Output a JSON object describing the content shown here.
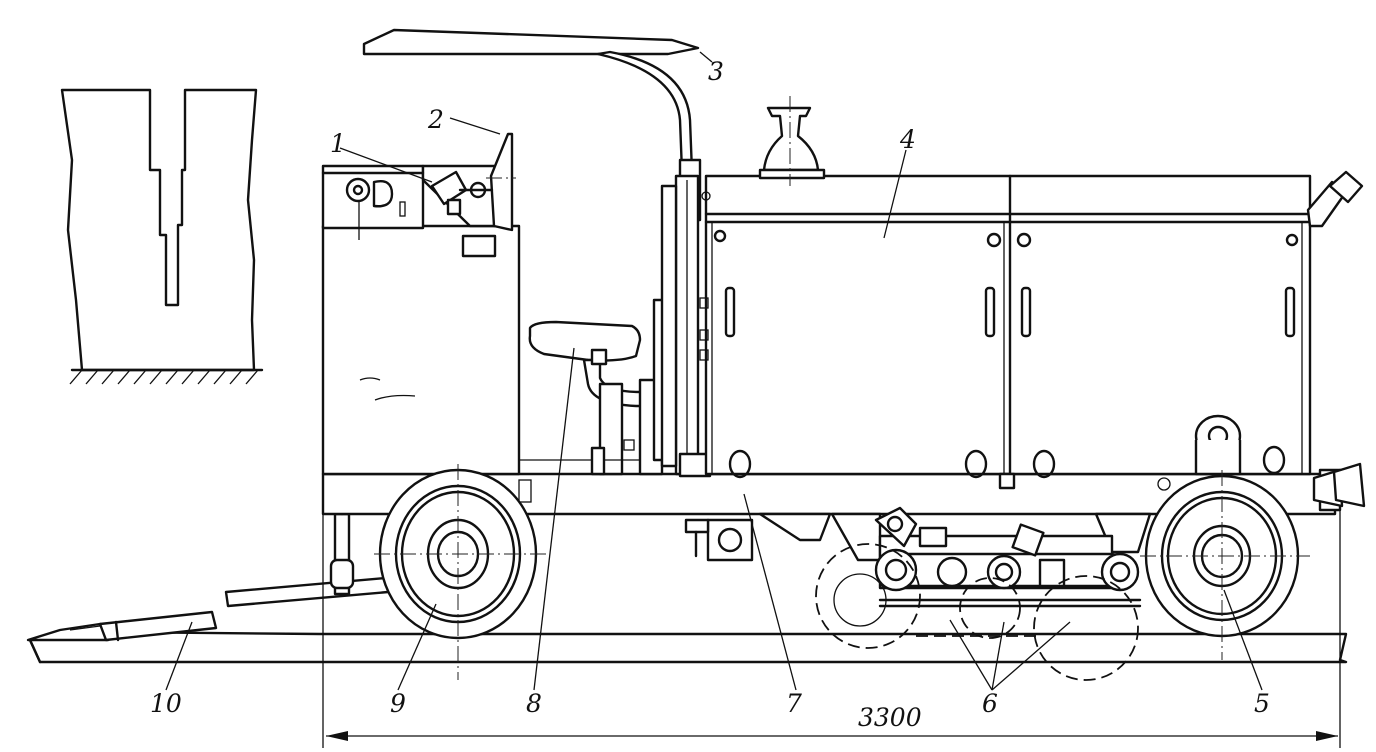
{
  "diagram": {
    "callouts": [
      {
        "id": "1",
        "text": "1"
      },
      {
        "id": "2",
        "text": "2"
      },
      {
        "id": "3",
        "text": "3"
      },
      {
        "id": "4",
        "text": "4"
      },
      {
        "id": "5",
        "text": "5"
      },
      {
        "id": "6",
        "text": "6"
      },
      {
        "id": "7",
        "text": "7"
      },
      {
        "id": "8",
        "text": "8"
      },
      {
        "id": "9",
        "text": "9"
      },
      {
        "id": "10",
        "text": "10"
      }
    ],
    "overall_length": "3300"
  }
}
